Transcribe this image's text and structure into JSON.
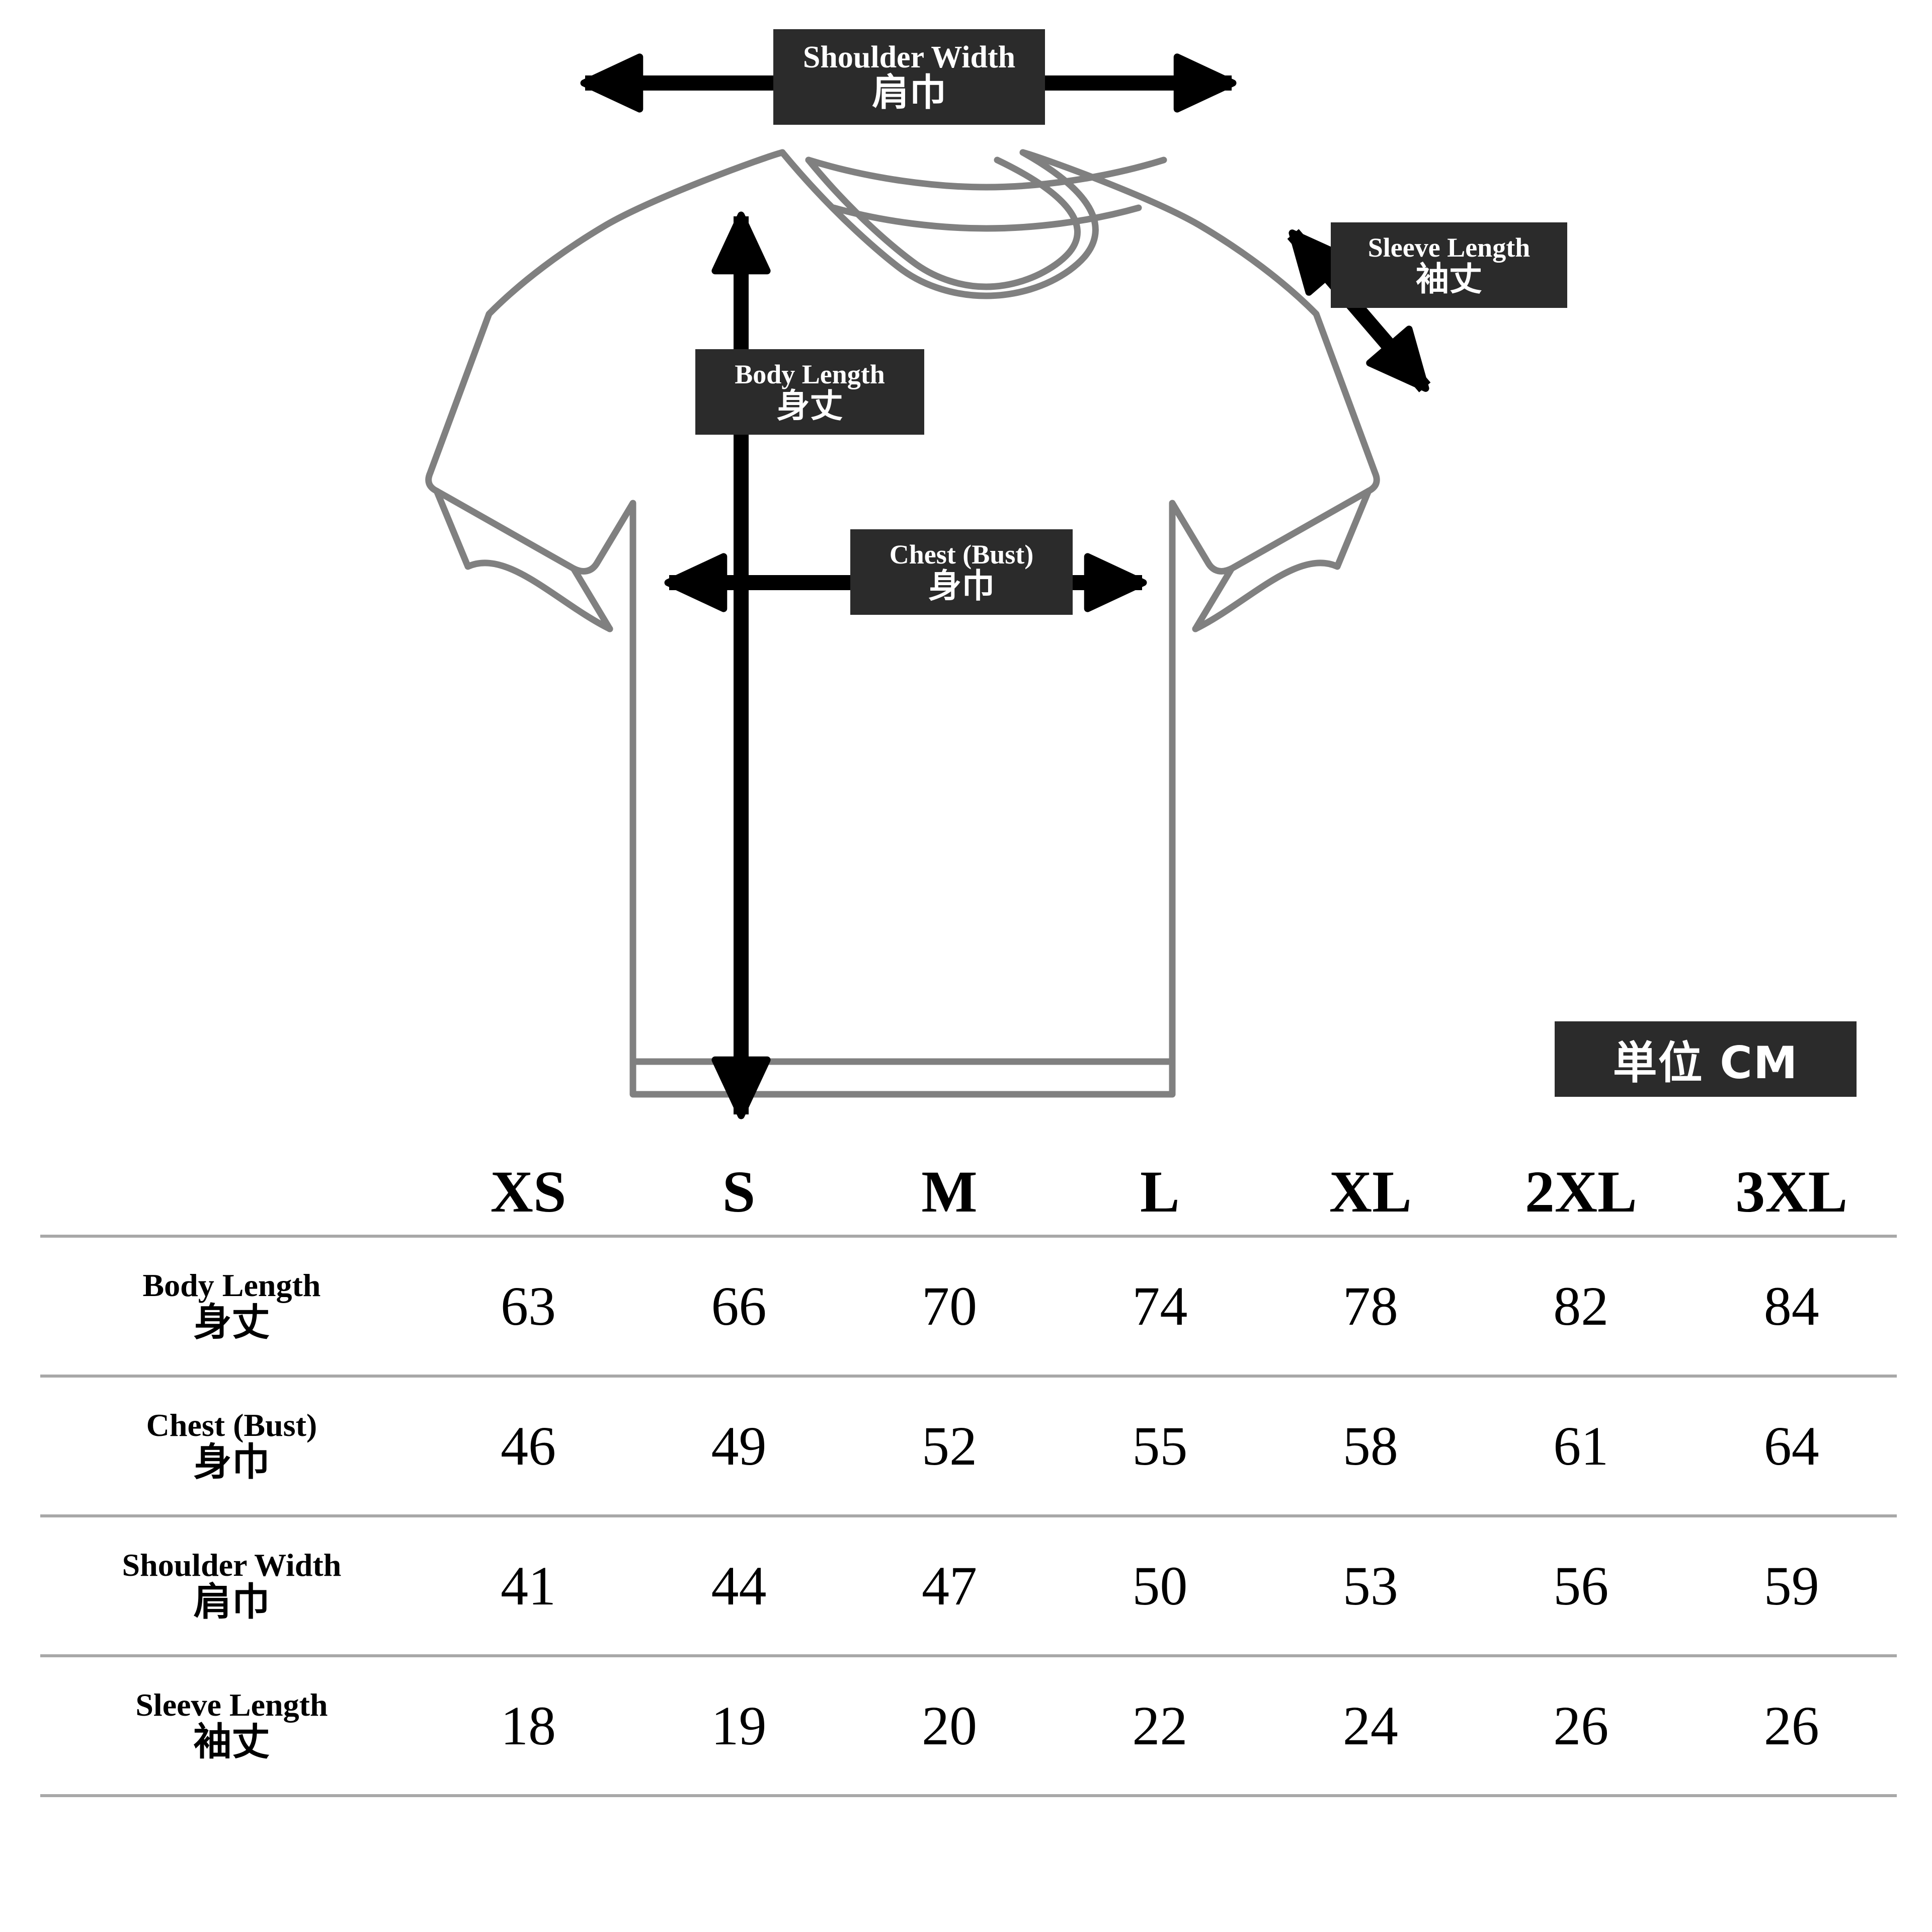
{
  "diagram": {
    "callouts": {
      "shoulder": {
        "en": "Shoulder Width",
        "jp": "肩巾"
      },
      "sleeve": {
        "en": "Sleeve Length",
        "jp": "袖丈"
      },
      "body": {
        "en": "Body Length",
        "jp": "身丈"
      },
      "chest": {
        "en": "Chest (Bust)",
        "jp": "身巾"
      }
    },
    "unit_badge": "単位 CM",
    "colors": {
      "garment_outline": "#808080",
      "arrow": "#000000",
      "callout_bg": "#2b2b2b",
      "callout_text": "#ffffff",
      "table_rule": "#a8a8a8"
    }
  },
  "chart_data": {
    "type": "table",
    "title": "",
    "unit": "単位 CM",
    "columns": [
      "",
      "XS",
      "S",
      "M",
      "L",
      "XL",
      "2XL",
      "3XL"
    ],
    "categories": [
      "XS",
      "S",
      "M",
      "L",
      "XL",
      "2XL",
      "3XL"
    ],
    "rows": [
      {
        "label_en": "Body Length",
        "label_jp": "身丈",
        "values": [
          63,
          66,
          70,
          74,
          78,
          82,
          84
        ]
      },
      {
        "label_en": "Chest (Bust)",
        "label_jp": "身巾",
        "values": [
          46,
          49,
          52,
          55,
          58,
          61,
          64
        ]
      },
      {
        "label_en": "Shoulder Width",
        "label_jp": "肩巾",
        "values": [
          41,
          44,
          47,
          50,
          53,
          56,
          59
        ]
      },
      {
        "label_en": "Sleeve Length",
        "label_jp": "袖丈",
        "values": [
          18,
          19,
          20,
          22,
          24,
          26,
          26
        ]
      }
    ],
    "series": [
      {
        "name": "Body Length",
        "values": [
          63,
          66,
          70,
          74,
          78,
          82,
          84
        ]
      },
      {
        "name": "Chest (Bust)",
        "values": [
          46,
          49,
          52,
          55,
          58,
          61,
          64
        ]
      },
      {
        "name": "Shoulder Width",
        "values": [
          41,
          44,
          47,
          50,
          53,
          56,
          59
        ]
      },
      {
        "name": "Sleeve Length",
        "values": [
          18,
          19,
          20,
          22,
          24,
          26,
          26
        ]
      }
    ]
  }
}
